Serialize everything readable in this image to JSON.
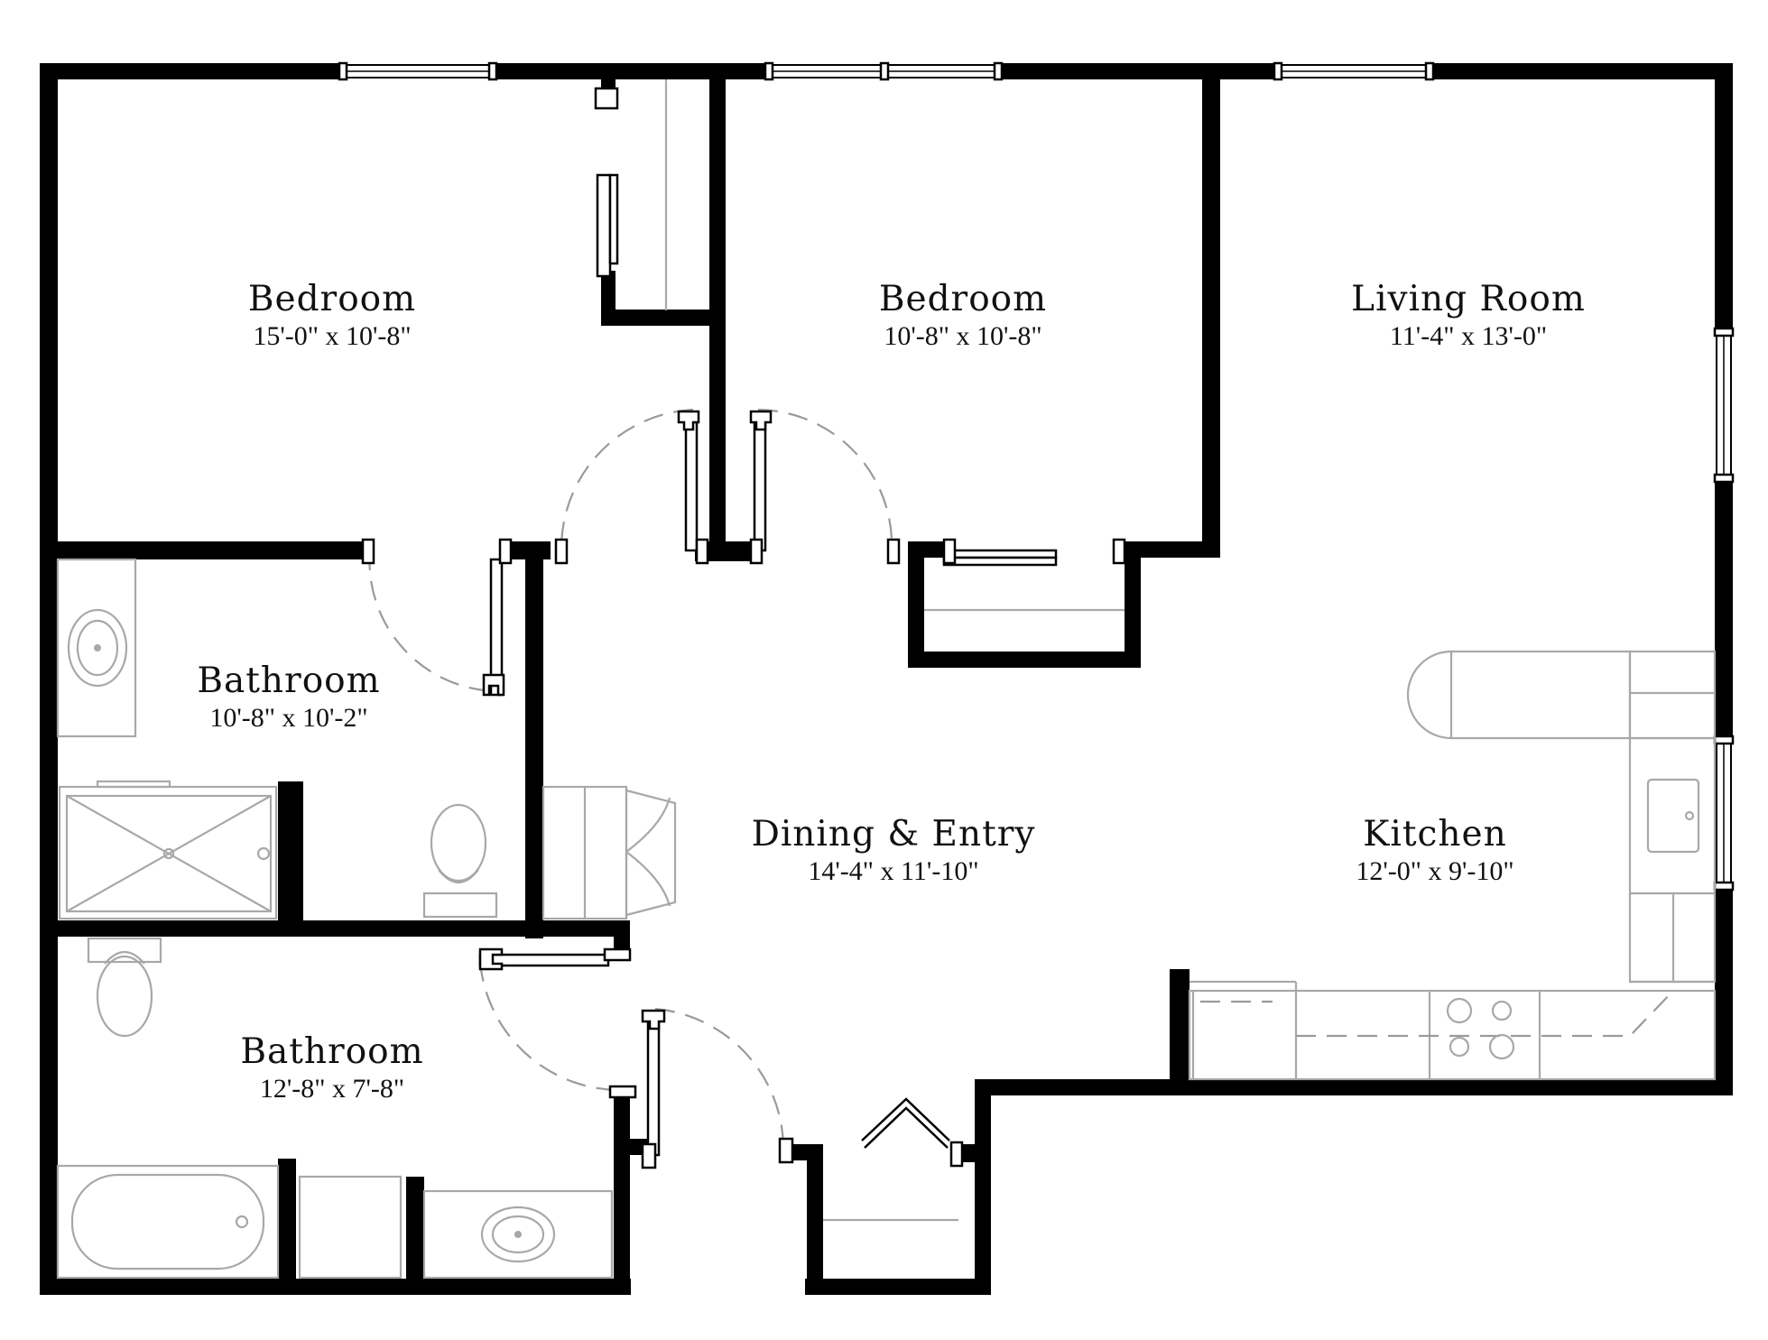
{
  "rooms": [
    {
      "name": "Bedroom",
      "dims": "15'-0\" x 10'-8\""
    },
    {
      "name": "Bedroom",
      "dims": "10'-8\" x 10'-8\""
    },
    {
      "name": "Living Room",
      "dims": "11'-4\" x 13'-0\""
    },
    {
      "name": "Bathroom",
      "dims": "10'-8\" x 10'-2\""
    },
    {
      "name": "Dining & Entry",
      "dims": "14'-4\" x 11'-10\""
    },
    {
      "name": "Kitchen",
      "dims": "12'-0\" x 9'-10\""
    },
    {
      "name": "Bathroom",
      "dims": "12'-8\" x 7'-8\""
    }
  ],
  "colors": {
    "wall": "#000000",
    "fixture": "#a8a8a8",
    "background": "#ffffff"
  }
}
